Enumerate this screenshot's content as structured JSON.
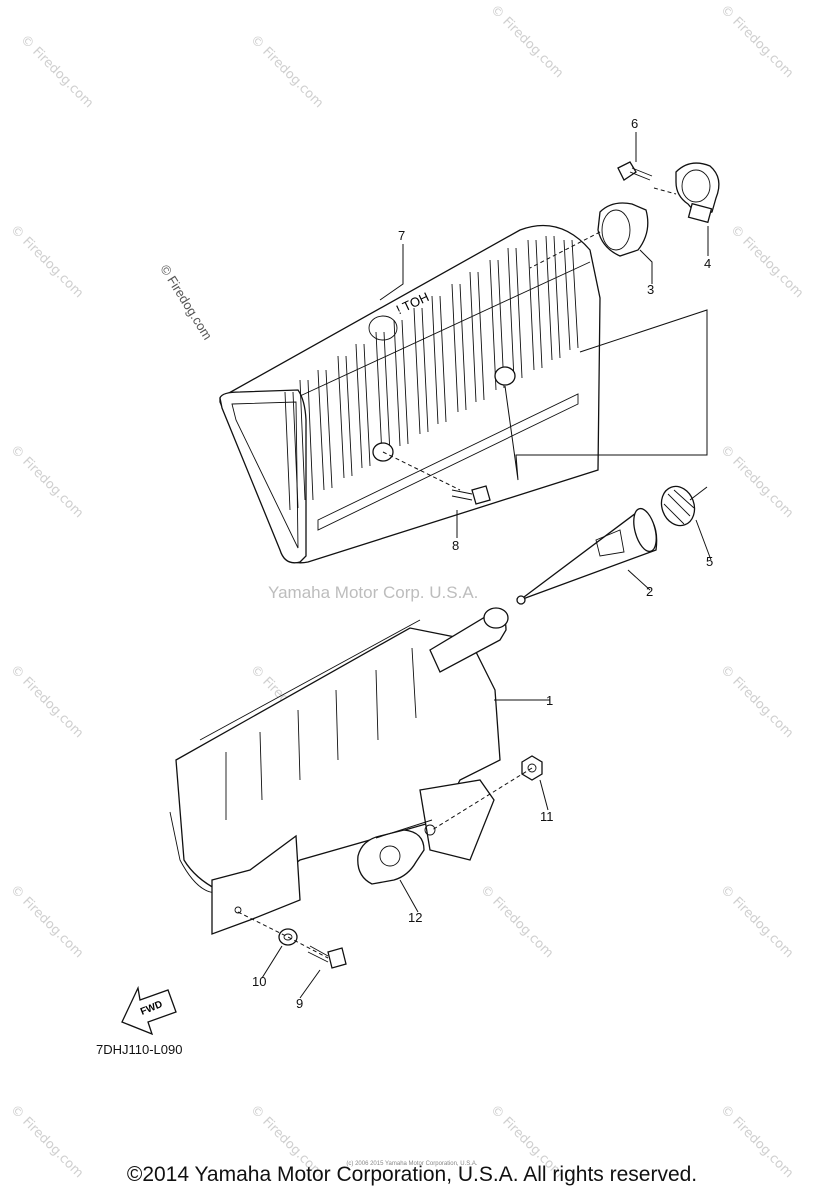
{
  "watermark_main": "Yamaha Motor Corp. U.S.A.",
  "watermark_side": "© Firedog.com",
  "watermark_repeat": "© Firedog.com",
  "fwd_label": "FWD",
  "diagram_code": "7DHJ110-L090",
  "copyright": "©2014 Yamaha Motor Corporation, U.S.A. All rights reserved.",
  "tiny_note": "(c) 2006 2015 Yamaha Motor Corporation, U.S.A.",
  "heat_text": "HOT !",
  "callouts": {
    "c1": "1",
    "c2": "2",
    "c3": "3",
    "c4": "4",
    "c5": "5",
    "c6": "6",
    "c7": "7",
    "c8": "8",
    "c9": "9",
    "c10": "10",
    "c11": "11",
    "c12": "12"
  }
}
